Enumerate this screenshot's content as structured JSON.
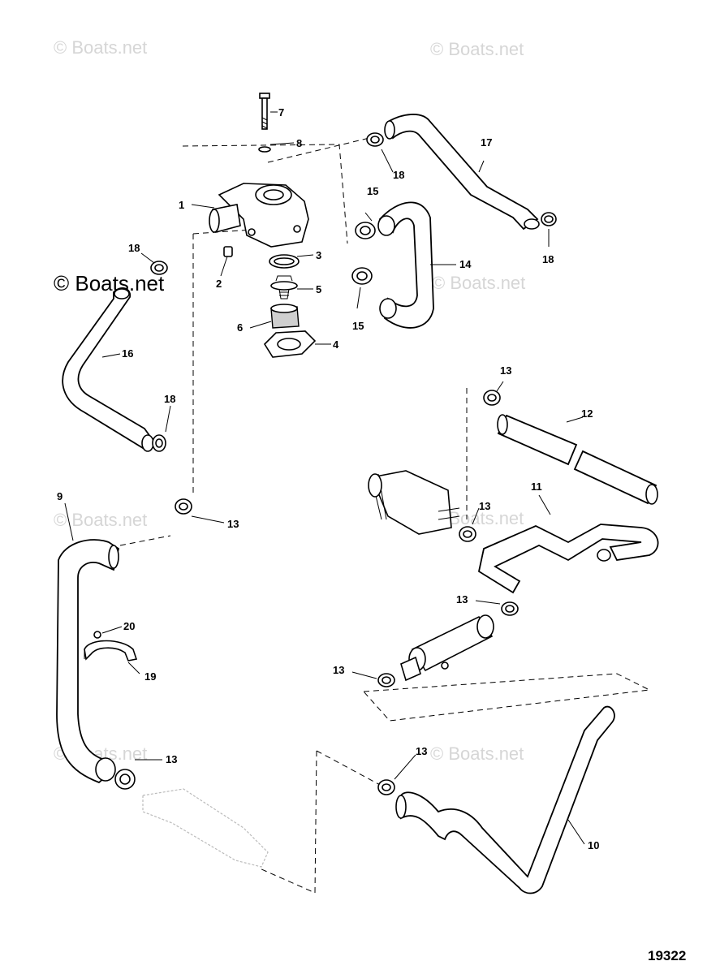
{
  "watermarks": [
    "© Boats.net",
    "© Boats.net",
    "© Boats.net",
    "© Boats.net",
    "© Boats.net",
    "© Boats.net",
    "© Boats.net",
    "© Boats.net"
  ],
  "primary_watermark": "© Boats.net",
  "figure_number": "19322",
  "callouts": [
    "1",
    "2",
    "3",
    "4",
    "5",
    "6",
    "7",
    "8",
    "9",
    "10",
    "11",
    "12",
    "13",
    "13",
    "13",
    "13",
    "13",
    "13",
    "13",
    "14",
    "15",
    "15",
    "16",
    "17",
    "18",
    "18",
    "18",
    "18",
    "19",
    "20"
  ]
}
